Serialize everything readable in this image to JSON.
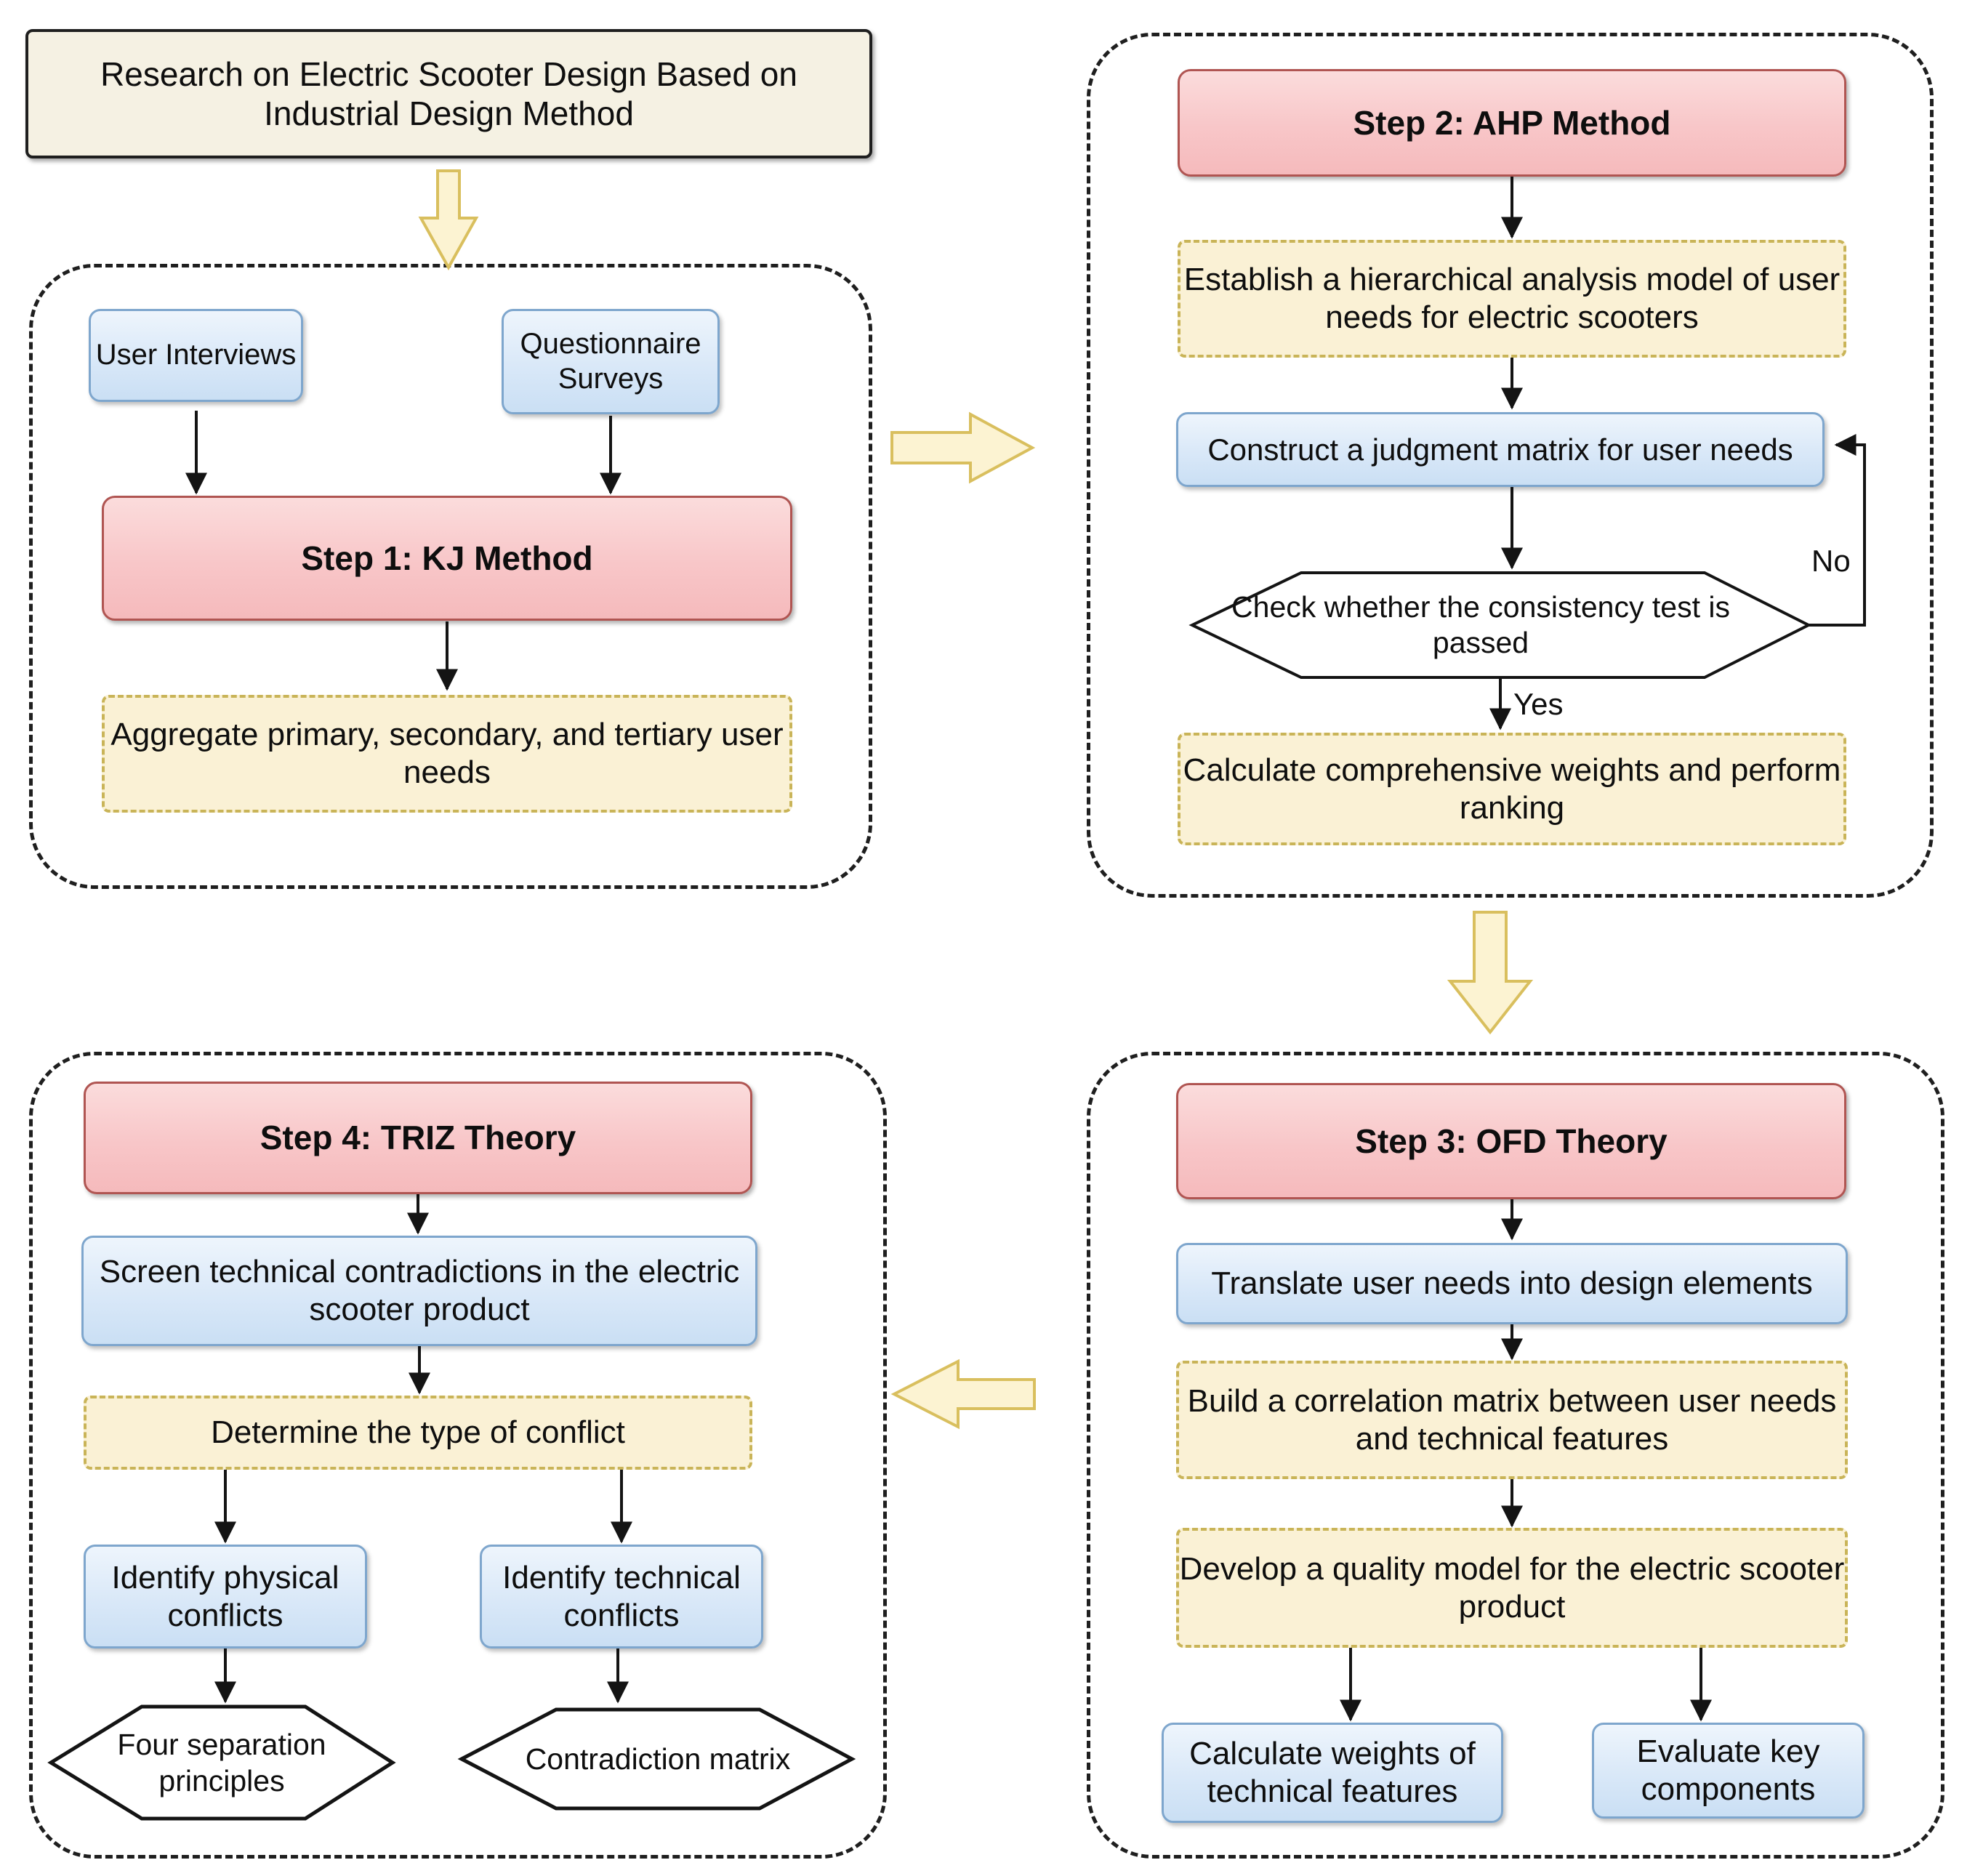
{
  "title": "Research on Electric Scooter Design Based on Industrial Design Method",
  "step1": {
    "header": "Step 1: KJ Method",
    "input_left": "User Interviews",
    "input_right": "Questionnaire Surveys",
    "output": "Aggregate primary, secondary, and tertiary user needs"
  },
  "step2": {
    "header": "Step 2: AHP Method",
    "establish": "Establish a hierarchical analysis model of user needs for electric scooters",
    "construct": "Construct a judgment matrix for user needs",
    "check": "Check whether the consistency test is passed",
    "no_label": "No",
    "yes_label": "Yes",
    "calculate": "Calculate comprehensive weights and perform ranking"
  },
  "step3": {
    "header": "Step 3: OFD Theory",
    "translate": "Translate user needs into design elements",
    "build": "Build a correlation matrix between user needs and technical features",
    "develop": "Develop a quality model for the electric scooter product",
    "weights": "Calculate weights of technical features",
    "evaluate": "Evaluate key components"
  },
  "step4": {
    "header": "Step 4: TRIZ Theory",
    "screen": "Screen technical contradictions in the electric scooter product",
    "determine": "Determine the type of conflict",
    "physical": "Identify physical conflicts",
    "technical": "Identify technical conflicts",
    "separation": "Four separation principles",
    "matrix": "Contradiction matrix"
  },
  "colors": {
    "step_header_fill": "#f8c6c8",
    "step_header_border": "#b05552",
    "process_blue_fill": "#d9e8f8",
    "process_blue_border": "#7ea6cd",
    "output_yellow_fill": "#faf1d5",
    "output_yellow_border": "#c9b458",
    "title_fill": "#f5f1e3",
    "big_arrow_fill": "#fcf3d2",
    "big_arrow_border": "#d9bf5e",
    "connector_black": "#141414"
  }
}
